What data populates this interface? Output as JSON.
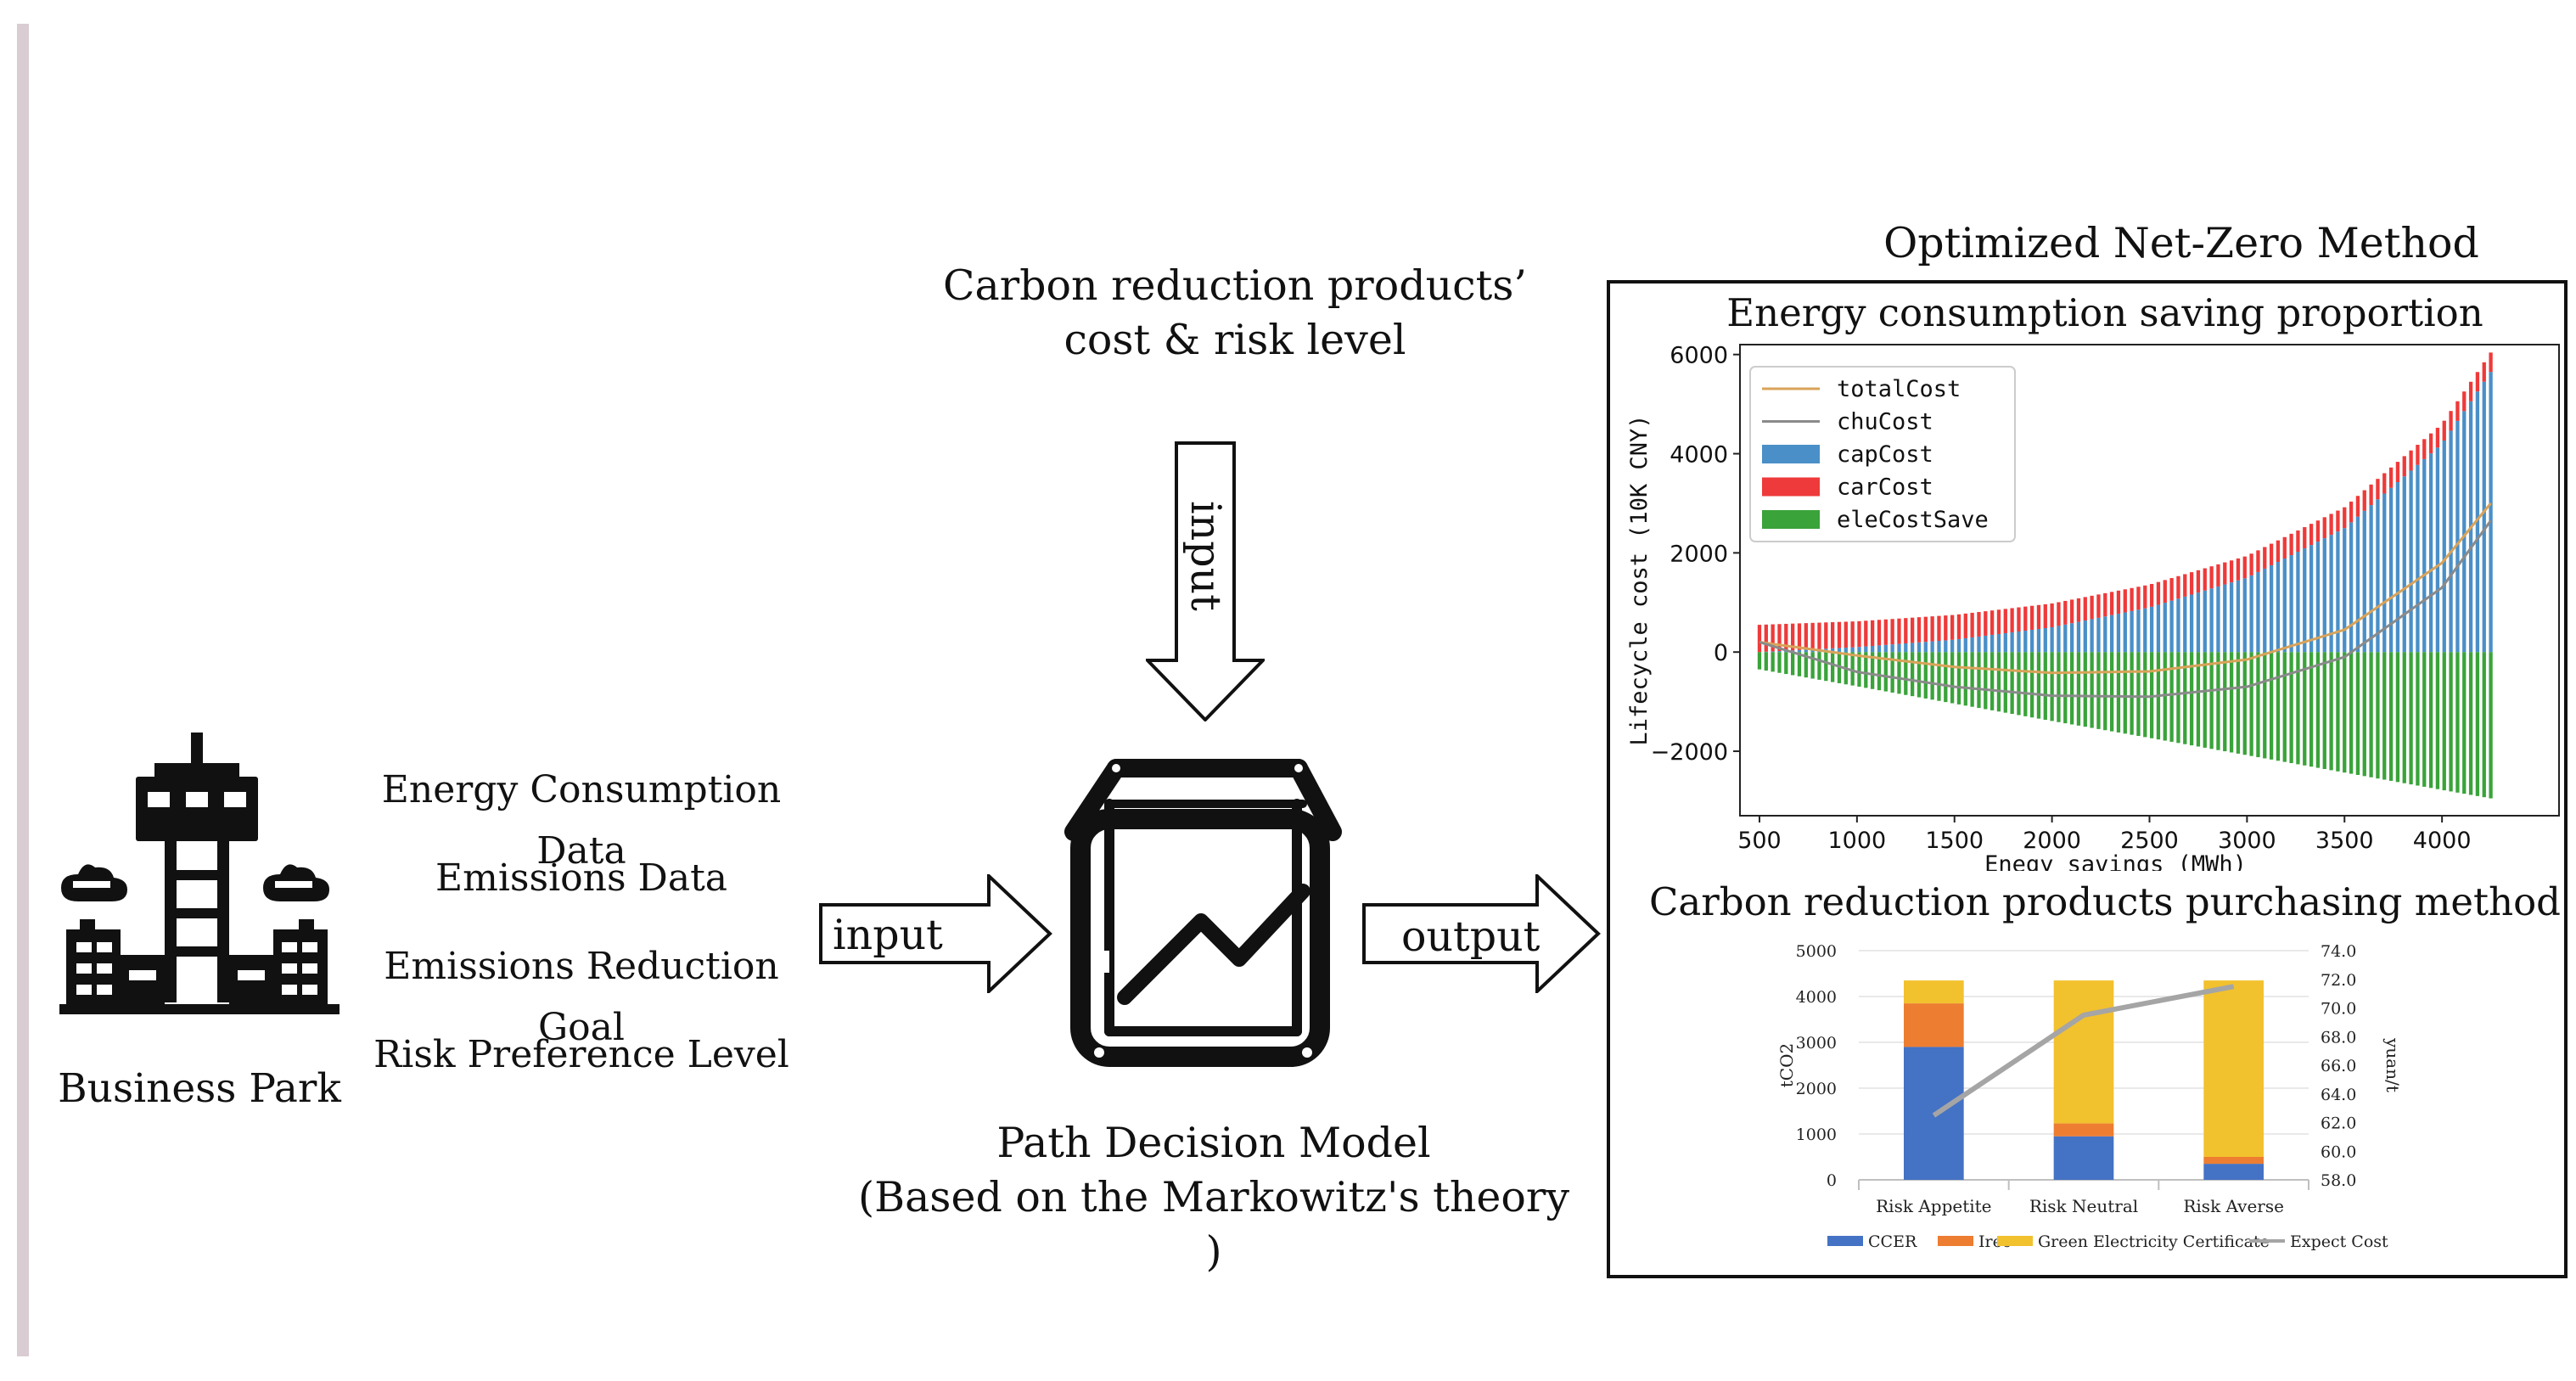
{
  "left_inputs": {
    "items": [
      "Energy Consumption Data",
      "Emissions Data",
      "Emissions Reduction Goal",
      "Risk Preference Level"
    ]
  },
  "business_park": {
    "label": "Business Park",
    "icon": "business-park-icon"
  },
  "products": {
    "line1": "Carbon reduction products’",
    "line2": "cost & risk level"
  },
  "arrows": {
    "top_input": "input",
    "left_input": "input",
    "right_output": "output"
  },
  "model": {
    "icon": "decision-model-icon",
    "line1": "Path Decision Model",
    "line2": "(Based on the Markowitz's theory )"
  },
  "method": {
    "title": "Optimized Net-Zero Method",
    "panel1_title": "Energy consumption saving proportion",
    "panel2_title": "Carbon reduction products purchasing method"
  },
  "chart_data": [
    {
      "type": "bar",
      "xlabel": "Enegy savings (MWh)",
      "ylabel": "Lifecycle cost (10K CNY)",
      "x_ticks": [
        500,
        1000,
        1500,
        2000,
        2500,
        3000,
        3500,
        4000
      ],
      "y_ticks": [
        6000,
        4000,
        2000,
        0,
        -2000
      ],
      "y_tick_labels": [
        "6000",
        "4000",
        "2000",
        "0",
        "−2000"
      ],
      "xlim": [
        400,
        4600
      ],
      "ylim": [
        -3300,
        6200
      ],
      "legend_position": "top-left",
      "legend": [
        "totalCost",
        "chuCost",
        "capCost",
        "carCost",
        "eleCostSave"
      ],
      "x_range": [
        500,
        4250
      ],
      "series": [
        {
          "name": "capCost",
          "x": [
            500,
            1000,
            1500,
            2000,
            2500,
            3000,
            3500,
            4000,
            4250
          ],
          "values": [
            0,
            100,
            250,
            500,
            900,
            1500,
            2500,
            4200,
            5650
          ]
        },
        {
          "name": "carCost",
          "x": [
            500,
            1000,
            1500,
            2000,
            2500,
            3000,
            3500,
            4000,
            4250
          ],
          "values": [
            550,
            520,
            500,
            480,
            460,
            440,
            420,
            400,
            390
          ]
        },
        {
          "name": "eleCostSave",
          "x": [
            500,
            1000,
            1500,
            2000,
            2500,
            3000,
            3500,
            4000,
            4250
          ],
          "values": [
            -350,
            -690,
            -1040,
            -1390,
            -1730,
            -2080,
            -2430,
            -2780,
            -2950
          ]
        },
        {
          "name": "totalCost",
          "x": [
            500,
            1000,
            1500,
            2000,
            2500,
            3000,
            3500,
            4000,
            4250
          ],
          "values": [
            200,
            -70,
            -300,
            -420,
            -390,
            -150,
            450,
            1800,
            3000
          ]
        },
        {
          "name": "chuCost",
          "x": [
            500,
            1000,
            1500,
            2000,
            2500,
            3000,
            3500,
            4000,
            4250
          ],
          "values": [
            200,
            -400,
            -700,
            -880,
            -900,
            -700,
            -100,
            1300,
            2650
          ]
        }
      ],
      "colors": {
        "totalCost": "#d9a35a",
        "chuCost": "#8a8a8a",
        "capCost": "#4a8fc7",
        "carCost": "#ee3a3a",
        "eleCostSave": "#3aa33a"
      }
    },
    {
      "type": "bar",
      "categories": [
        "Risk Appetite",
        "Risk Neutral",
        "Risk Averse"
      ],
      "ylabel": "tCO2",
      "y2label": "yuan/t",
      "ylim": [
        0,
        5000
      ],
      "y2lim": [
        58,
        74
      ],
      "y_ticks": [
        5000,
        4000,
        3000,
        2000,
        1000,
        0
      ],
      "y2_ticks": [
        "74.0",
        "72.0",
        "70.0",
        "68.0",
        "66.0",
        "64.0",
        "62.0",
        "60.0",
        "58.0"
      ],
      "legend_position": "bottom",
      "series": [
        {
          "name": "CCER",
          "values": [
            2900,
            950,
            350
          ]
        },
        {
          "name": "Irec",
          "values": [
            950,
            280,
            150
          ]
        },
        {
          "name": "Green Electricity Certificate",
          "values": [
            500,
            3120,
            3850
          ]
        },
        {
          "name": "Expect Cost",
          "values": [
            62.5,
            69.5,
            71.5
          ]
        }
      ],
      "colors": {
        "CCER": "#4472c4",
        "Irec": "#ed7d31",
        "Green Electricity Certificate": "#f2c12e",
        "Expect Cost": "#a5a5a5"
      }
    }
  ]
}
